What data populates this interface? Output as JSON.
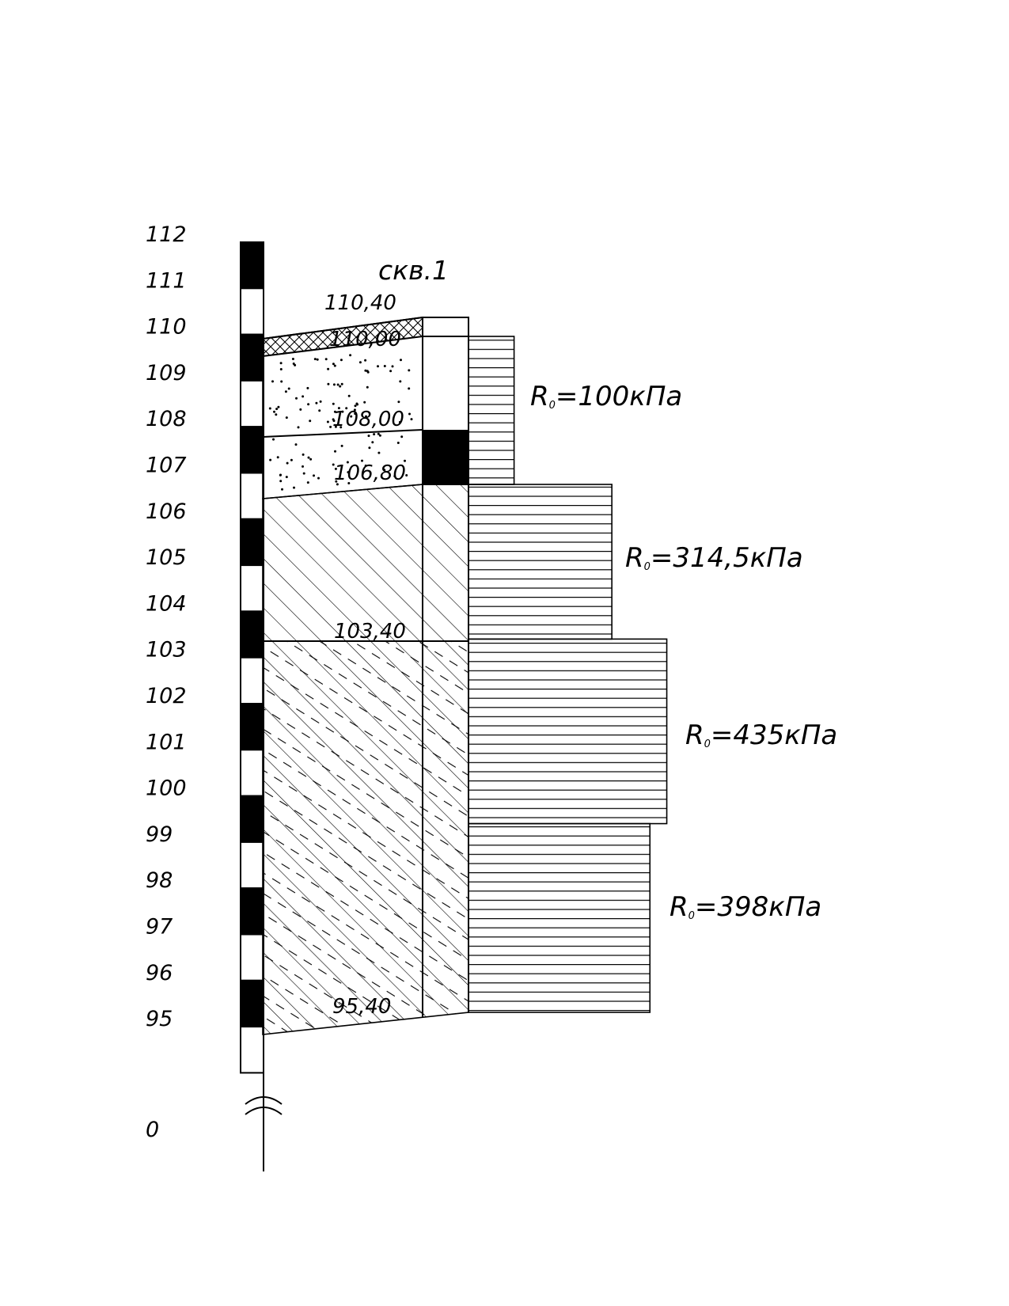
{
  "scale": {
    "ticks": [
      "112",
      "111",
      "110",
      "109",
      "108",
      "107",
      "106",
      "105",
      "104",
      "103",
      "102",
      "101",
      "100",
      "99",
      "98",
      "97",
      "96",
      "95"
    ],
    "zero_label": "0"
  },
  "borehole": {
    "title": "скв.1",
    "elevations": [
      {
        "label": "110,40",
        "value": 110.4
      },
      {
        "label": "110,00",
        "value": 110.0
      },
      {
        "label": "108,00",
        "value": 108.0
      },
      {
        "label": "106,80",
        "value": 106.8
      },
      {
        "label": "103,40",
        "value": 103.4
      },
      {
        "label": "95,40",
        "value": 95.4
      }
    ],
    "groundwater": {
      "from": 108.0,
      "to": 106.8
    }
  },
  "resistance": [
    {
      "symbol": "R",
      "subscript": "0",
      "text": "=100кПа",
      "value_kpa": 100,
      "top": 110.0,
      "bottom": 106.8
    },
    {
      "symbol": "R",
      "subscript": "0",
      "text": "=314,5кПа",
      "value_kpa": 314.5,
      "top": 106.8,
      "bottom": 103.4
    },
    {
      "symbol": "R",
      "subscript": "0",
      "text": "=435кПа",
      "value_kpa": 435,
      "top": 103.4,
      "bottom": 99.4
    },
    {
      "symbol": "R",
      "subscript": "0",
      "text": "=398кПа",
      "value_kpa": 398,
      "top": 99.4,
      "bottom": 95.4
    }
  ],
  "colors": {
    "ink": "#000000",
    "paper": "#ffffff"
  }
}
